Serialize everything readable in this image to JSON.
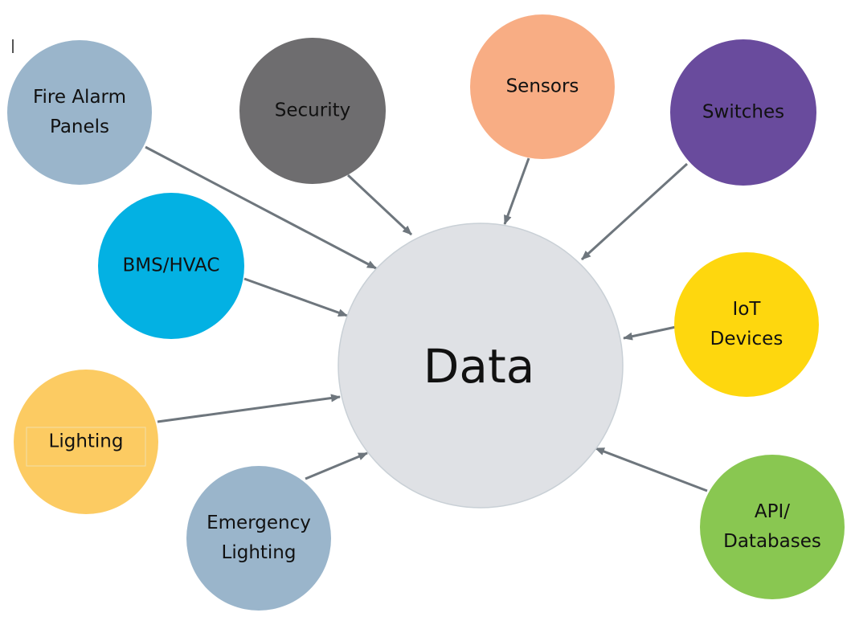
{
  "center": {
    "label": "Data",
    "fill": "#DFE1E5",
    "stroke": "#C9D0D6"
  },
  "arrow_color": "#6E767D",
  "nodes": [
    {
      "id": "fire-alarm-panels",
      "lines": [
        "Fire Alarm",
        "Panels"
      ],
      "fill": "#9AB5CB",
      "text_color": "#111111"
    },
    {
      "id": "security",
      "lines": [
        "Security"
      ],
      "fill": "#6E6D6F",
      "text_color": "#111111"
    },
    {
      "id": "sensors",
      "lines": [
        "Sensors"
      ],
      "fill": "#F8AD84",
      "text_color": "#111111"
    },
    {
      "id": "switches",
      "lines": [
        "Switches"
      ],
      "fill": "#694B9D",
      "text_color": "#111111"
    },
    {
      "id": "bms-hvac",
      "lines": [
        "BMS/HVAC"
      ],
      "fill": "#03B1E3",
      "text_color": "#111111"
    },
    {
      "id": "iot-devices",
      "lines": [
        "IoT",
        "Devices"
      ],
      "fill": "#FED70E",
      "text_color": "#111111"
    },
    {
      "id": "lighting",
      "lines": [
        "Lighting"
      ],
      "fill": "#FCCB62",
      "text_color": "#111111"
    },
    {
      "id": "emergency-lighting",
      "lines": [
        "Emergency",
        "Lighting"
      ],
      "fill": "#9AB5CB",
      "text_color": "#111111"
    },
    {
      "id": "api-databases",
      "lines": [
        "API/",
        "Databases"
      ],
      "fill": "#89C751",
      "text_color": "#111111"
    }
  ]
}
